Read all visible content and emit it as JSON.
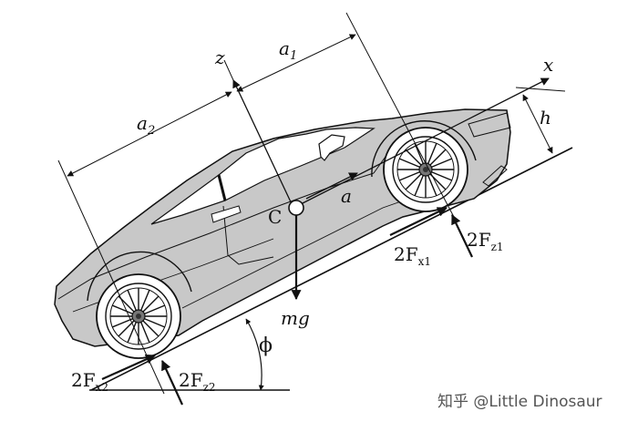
{
  "diagram": {
    "labels": {
      "z_axis": "z",
      "x_axis": "x",
      "a1": "a",
      "a1_sub": "1",
      "a2": "a",
      "a2_sub": "2",
      "h": "h",
      "a_accel": "a",
      "c_center": "C",
      "mg": "mg",
      "f_x1": "2F",
      "f_x1_sub": "x1",
      "f_z1": "2F",
      "f_z1_sub": "z1",
      "f_x2": "2F",
      "f_x2_sub": "x2",
      "f_z2": "2F",
      "f_z2_sub": "z2",
      "phi": "ϕ"
    },
    "watermark": "知乎 @Little Dinosaur",
    "colors": {
      "body": "#c8c8c8",
      "window": "#ffffff",
      "tire": "#ffffff",
      "stroke": "#111111"
    }
  }
}
